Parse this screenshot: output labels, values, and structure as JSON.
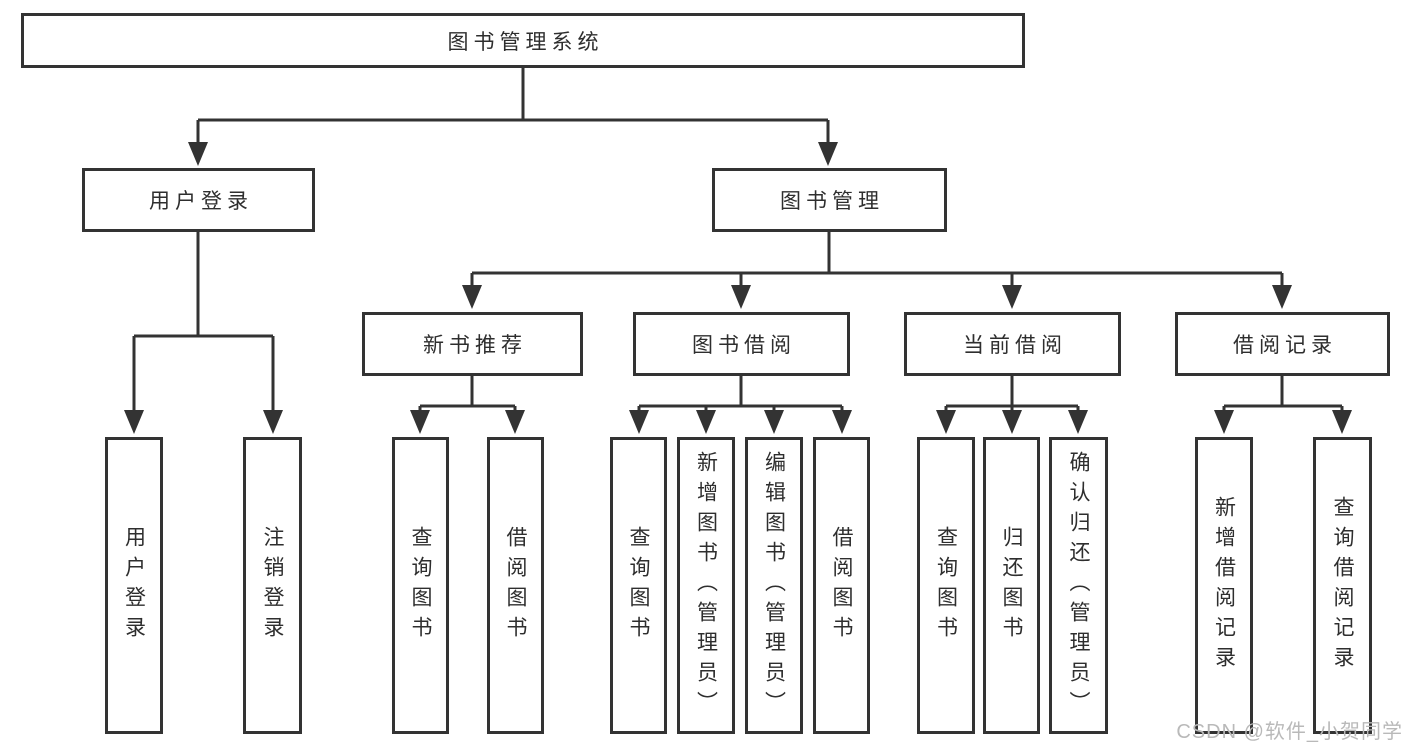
{
  "diagram": {
    "root": {
      "label": "图书管理系统",
      "children": [
        {
          "label": "用户登录",
          "children": [
            {
              "label": "用户登录"
            },
            {
              "label": "注销登录"
            }
          ]
        },
        {
          "label": "图书管理",
          "children": [
            {
              "label": "新书推荐",
              "children": [
                {
                  "label": "查询图书"
                },
                {
                  "label": "借阅图书"
                }
              ]
            },
            {
              "label": "图书借阅",
              "children": [
                {
                  "label": "查询图书"
                },
                {
                  "label": "新增图书（管理员）"
                },
                {
                  "label": "编辑图书（管理员）"
                },
                {
                  "label": "借阅图书"
                }
              ]
            },
            {
              "label": "当前借阅",
              "children": [
                {
                  "label": "查询图书"
                },
                {
                  "label": "归还图书"
                },
                {
                  "label": "确认归还（管理员）"
                }
              ]
            },
            {
              "label": "借阅记录",
              "children": [
                {
                  "label": "新增借阅记录"
                },
                {
                  "label": "查询借阅记录"
                }
              ]
            }
          ]
        }
      ]
    },
    "watermark": "CSDN @软件_小贺同学",
    "colors": {
      "line": "#333333",
      "text": "#2e2e2e",
      "watermark": "#b9b9b9",
      "background": "#ffffff"
    }
  }
}
